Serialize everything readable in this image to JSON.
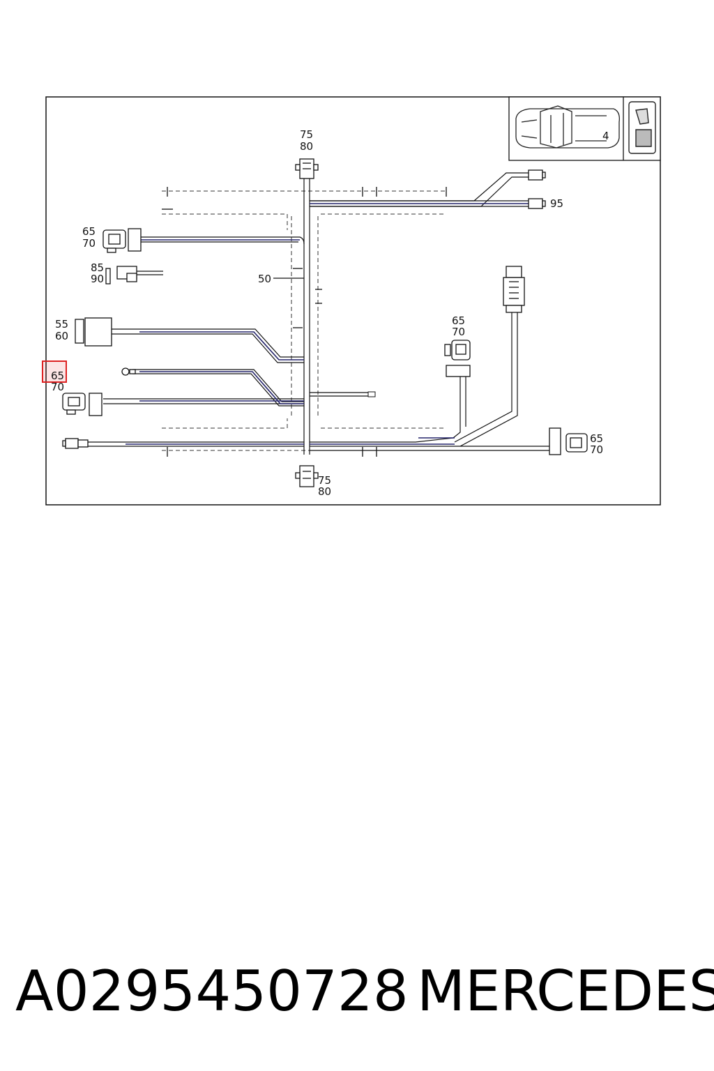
{
  "callouts": {
    "top_connector": [
      "75",
      "80"
    ],
    "right_top": "95",
    "left_upper": [
      "65",
      "70"
    ],
    "left_small": [
      "85",
      "90"
    ],
    "trunk_label": "50",
    "left_mid": [
      "55",
      "60"
    ],
    "left_lower_highlighted": "65",
    "left_lower_second": "70",
    "center_right": [
      "65",
      "70"
    ],
    "right_bottom": [
      "65",
      "70"
    ],
    "bottom_connector": [
      "75",
      "80"
    ]
  },
  "thumbnail": {
    "seat_side_mark": "4"
  },
  "caption": {
    "part_number": "A0295450728",
    "brand": "MERCEDES"
  },
  "colors": {
    "line": "#111111",
    "wire_blue": "#22226a",
    "highlight": "#dd2222"
  }
}
